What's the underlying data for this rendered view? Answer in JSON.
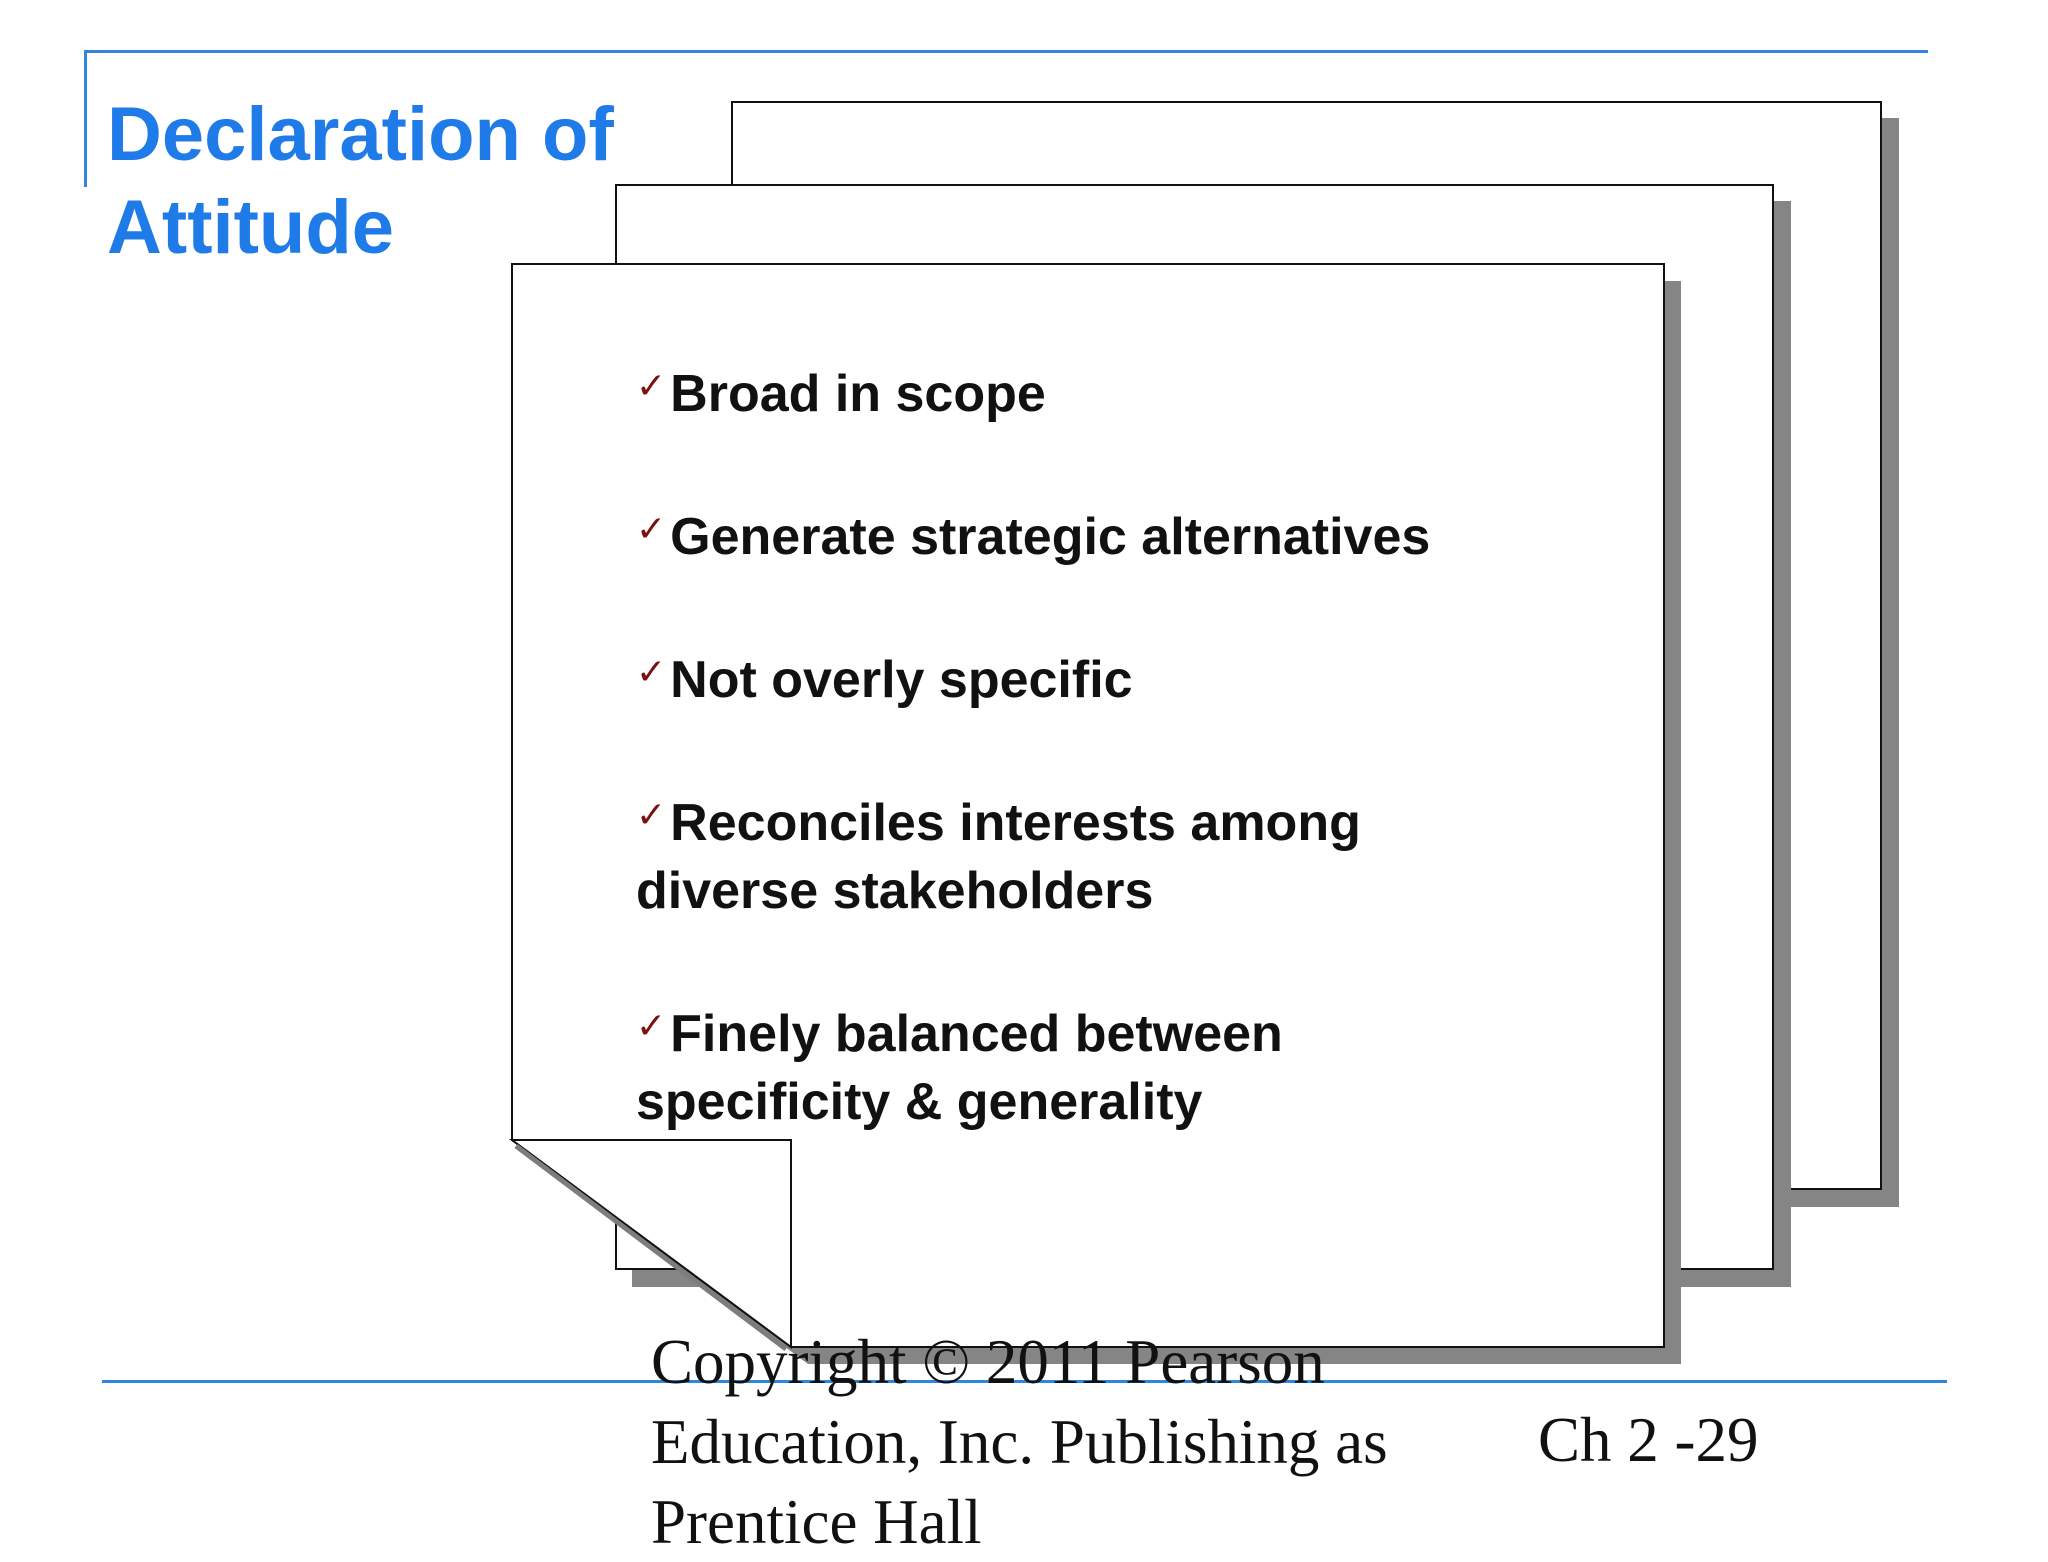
{
  "slide": {
    "title": "Declaration of Attitude",
    "bullets": [
      "Broad in scope",
      "Generate strategic alternatives",
      "Not overly specific",
      "Reconciles interests among diverse stakeholders",
      "Finely balanced between specificity & generality"
    ],
    "bullet_icon": "checkmark-icon",
    "footer": {
      "copyright": "Copyright © 2011 Pearson Education, Inc. Publishing as Prentice Hall",
      "page_label": "Ch 2 -29"
    }
  },
  "colors": {
    "title": "#1f7be8",
    "rule": "#2f86dd",
    "checkmark": "#7c1010",
    "shadow": "#858585"
  }
}
